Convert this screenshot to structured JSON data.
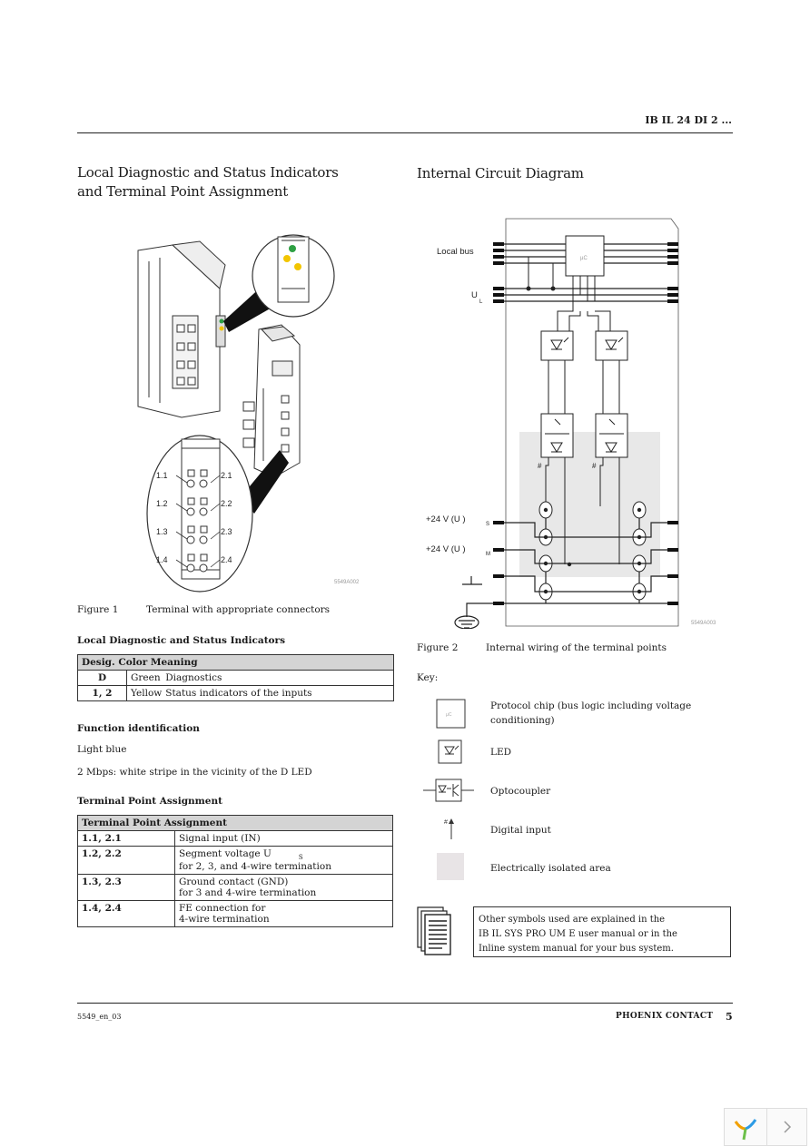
{
  "header": {
    "doc_id": "IB IL 24 DI 2 ..."
  },
  "left_section": {
    "title_line1": "Local Diagnostic and Status Indicators",
    "title_line2": "and Terminal Point Assignment"
  },
  "figure1": {
    "terminal_labels": [
      "1.1",
      "2.1",
      "1.2",
      "2.2",
      "1.3",
      "2.3",
      "1.4",
      "2.4"
    ],
    "ref_code": "5549A002",
    "caption_num": "Figure 1",
    "caption_text": "Terminal with appropriate connectors",
    "led_colors": {
      "green": "#2ea043",
      "yellow": "#f2c500"
    }
  },
  "indicators": {
    "heading": "Local Diagnostic and Status Indicators",
    "header": "Desig. Color Meaning",
    "rows": [
      {
        "desig": "D",
        "color": "Green",
        "meaning": "Diagnostics"
      },
      {
        "desig": "1, 2",
        "color": "Yellow",
        "meaning": "Status indicators of the inputs"
      }
    ]
  },
  "function_id": {
    "heading": "Function identification",
    "line1": "Light blue",
    "line2": "2 Mbps: white stripe in the vicinity of the D LED"
  },
  "terminal_assignment": {
    "heading": "Terminal Point Assignment",
    "table_header": "Terminal Point Assignment",
    "rows": [
      {
        "terminal": "1.1, 2.1",
        "line1": "Signal input (IN)",
        "line2": ""
      },
      {
        "terminal": "1.2, 2.2",
        "line1": "Segment voltage U",
        "sub": "S",
        "line2": "for 2, 3, and 4-wire termination"
      },
      {
        "terminal": "1.3, 2.3",
        "line1": "Ground contact (GND)",
        "line2": "for 3 and 4-wire termination"
      },
      {
        "terminal": "1.4, 2.4",
        "line1": "FE connection for",
        "line2": "4-wire termination"
      }
    ]
  },
  "right_section": {
    "title": "Internal Circuit Diagram"
  },
  "figure2": {
    "labels": {
      "local_bus": "Local bus",
      "ul": "U",
      "ul_sub": "L",
      "us": "+24 V (U )",
      "us_sub": "S",
      "um": "+24 V (U )",
      "um_sub": "M",
      "chip": "µC",
      "hash": "#"
    },
    "ref_code": "5549A003",
    "caption_num": "Figure 2",
    "caption_text": "Internal wiring of the terminal points",
    "isolated_color": "#e8e8e8"
  },
  "key": {
    "label": "Key:",
    "items": [
      {
        "icon": "chip-icon",
        "text": "Protocol chip (bus logic including voltage conditioning)"
      },
      {
        "icon": "led-icon",
        "text": "LED"
      },
      {
        "icon": "optocoupler-icon",
        "text": "Optocoupler"
      },
      {
        "icon": "digital-input-icon",
        "text": "Digital input"
      },
      {
        "icon": "isolated-area-icon",
        "text": "Electrically isolated area"
      }
    ],
    "note_lines": [
      "Other symbols used are explained in the",
      "IB IL SYS PRO UM E user manual or in the",
      "Inline system manual for your bus system."
    ]
  },
  "footer": {
    "doc_code": "5549_en_03",
    "brand": "PHOENIX CONTACT",
    "page": "5"
  }
}
